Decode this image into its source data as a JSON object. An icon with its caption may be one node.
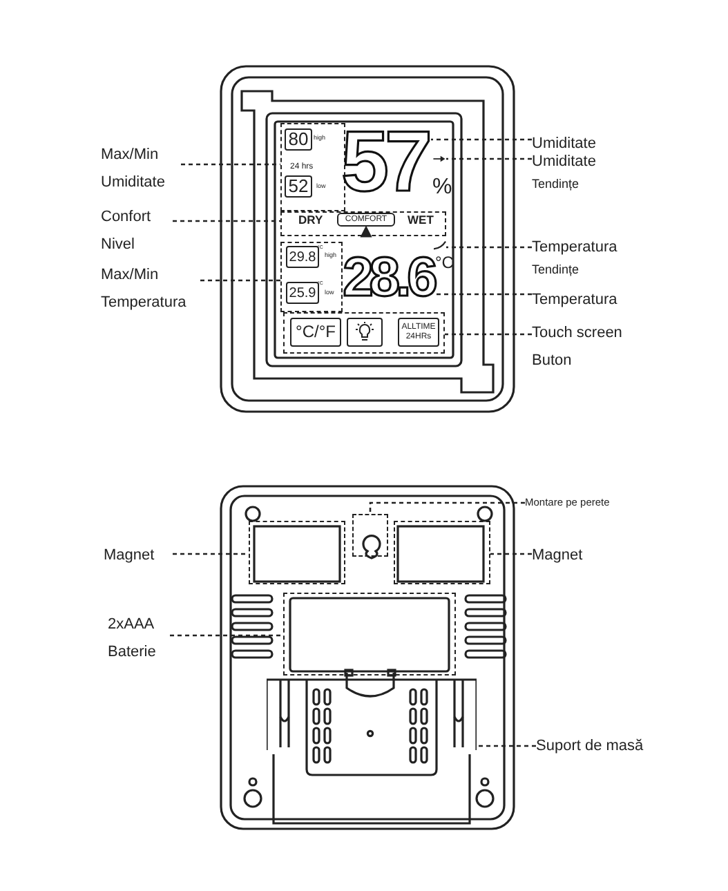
{
  "diagram": {
    "nodes": [
      {
        "text": [
          "Max/Min Umiditate"
        ]
      },
      {
        "text": [
          "Umiditate"
        ]
      },
      {
        "text": [
          "Umiditate",
          "Tendințe"
        ]
      },
      {
        "text": [
          "Confort Nivel"
        ]
      },
      {
        "text": [
          "Temperatura",
          "Tendințe"
        ]
      },
      {
        "text": [
          "Max/Min Temperatura"
        ]
      },
      {
        "text": [
          "Temperatura"
        ]
      },
      {
        "text": [
          "Touch screen Buton"
        ]
      },
      {
        "text": [],
        "shape": "box"
      },
      {
        "text": [
          "57"
        ]
      },
      {
        "text": [],
        "shape": "arrow"
      },
      {
        "text": [],
        "shape": "box"
      },
      {
        "text": [],
        "shape": "arrow"
      },
      {
        "text": [],
        "shape": "box"
      },
      {
        "text": [
          "28.6"
        ]
      },
      {
        "text": [],
        "shape": "box"
      },
      {
        "text": [
          "Montare pe perete"
        ]
      },
      {
        "text": [
          "Magnet"
        ]
      },
      {
        "text": [
          "Magnet"
        ]
      },
      {
        "text": [
          "2xAAA Baterie"
        ]
      },
      {
        "text": [
          "Suport de masă"
        ]
      },
      {
        "text": [],
        "shape": "box"
      },
      {
        "text": [],
        "shape": "box"
      },
      {
        "text": [],
        "shape": "box"
      },
      {
        "text": [],
        "shape": "box"
      },
      {
        "text": [],
        "shape": "box"
      }
    ],
    "edges": [
      {
        "from": 0,
        "to": 8,
        "arrow": "none",
        "style": "dashed"
      },
      {
        "from": 1,
        "to": 9,
        "arrow": "none",
        "style": "dashed"
      },
      {
        "from": 2,
        "to": 10,
        "arrow": "none",
        "style": "dashed"
      },
      {
        "from": 3,
        "to": 11,
        "arrow": "none",
        "style": "dashed"
      },
      {
        "from": 4,
        "to": 12,
        "arrow": "none",
        "style": "dashed"
      },
      {
        "from": 5,
        "to": 13,
        "arrow": "none",
        "style": "dashed"
      },
      {
        "from": 6,
        "to": 14,
        "arrow": "none",
        "style": "dashed"
      },
      {
        "from": 7,
        "to": 15,
        "arrow": "none",
        "style": "dashed"
      },
      {
        "from": 16,
        "to": 21,
        "arrow": "none",
        "style": "dashed"
      },
      {
        "from": 17,
        "to": 22,
        "arrow": "none",
        "style": "dashed"
      },
      {
        "from": 18,
        "to": 23,
        "arrow": "none",
        "style": "dashed"
      },
      {
        "from": 19,
        "to": 24,
        "arrow": "none",
        "style": "dashed"
      },
      {
        "from": 20,
        "to": 25,
        "arrow": "none",
        "style": "dashed"
      }
    ],
    "labels": [
      "80",
      "high",
      "24 hrs",
      "52",
      "low",
      "%",
      "DRY",
      "COMFORT",
      "WET",
      "29.8",
      "°C",
      "high",
      "25.9",
      "°C",
      "low",
      "°C",
      "°C/°F",
      "ALLTIME 24HRs"
    ]
  }
}
